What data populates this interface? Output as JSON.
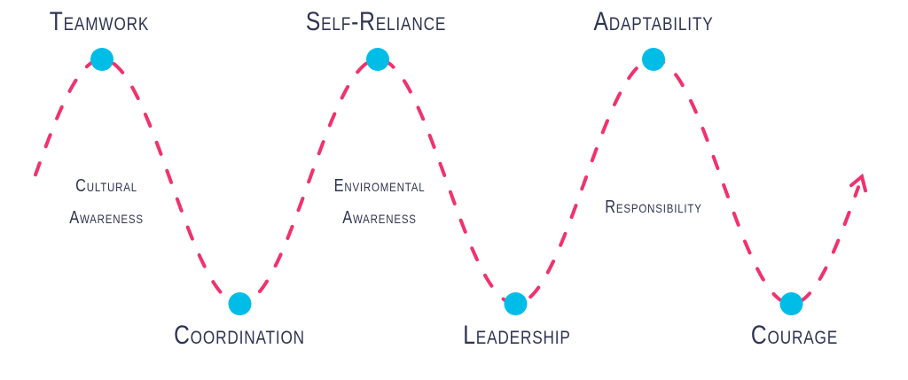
{
  "milestones": {
    "peaks": [
      "Teamwork",
      "Self-Reliance",
      "Adaptability"
    ],
    "troughs": [
      "Coordination",
      "Leadership",
      "Courage"
    ]
  },
  "between": {
    "cultural": [
      "Cultural",
      "Awareness"
    ],
    "environmental": [
      "Enviromental",
      "Awareness"
    ],
    "responsibility": "Responsibility"
  },
  "colors": {
    "wave": "#f0326e",
    "dot": "#00bde8",
    "text": "#2e3450"
  }
}
